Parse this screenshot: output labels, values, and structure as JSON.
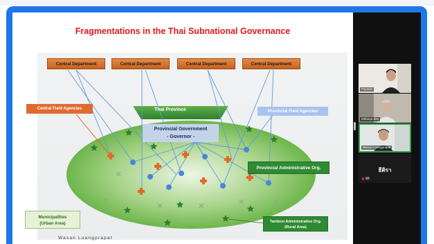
{
  "slide": {
    "title": "Fragmentations in the Thai Subnational Governance",
    "author": "Wasan Luangprapat",
    "central_departments": [
      "Central Department",
      "Central Department",
      "Central Department",
      "Central Department"
    ],
    "central_field_agencies": "Central Field Agencies",
    "provincial_field_agencies": "Provincial Field Agencies",
    "thai_province": "Thai Province",
    "provincial_government_line1": "Provincial Government",
    "provincial_government_line2": "- Governor -",
    "provincial_admin_org": "Provincial Administrative Org.",
    "municipalities_line1": "Municipalities",
    "municipalities_line2": "(Urban Area)",
    "tambon_line1": "Tambon Administrative Org.",
    "tambon_line2": "(Rural Area)"
  },
  "participants": [
    {
      "name": "Piyatida"
    },
    {
      "name": "Sitthaya Bkn"
    },
    {
      "name": "Wasan Luangprapat",
      "active_speaker": true
    },
    {
      "display_text": "ธีติรา",
      "name": "ธีติ"
    }
  ],
  "colors": {
    "frame_blue": "#1f76e8",
    "title_red": "#e01818",
    "department_orange": "#d2702c",
    "ellipse_green": "#5fae3c",
    "marker_blue": "#4a86d8",
    "marker_orange": "#e36a25",
    "active_speaker_green": "#2ca84b"
  }
}
